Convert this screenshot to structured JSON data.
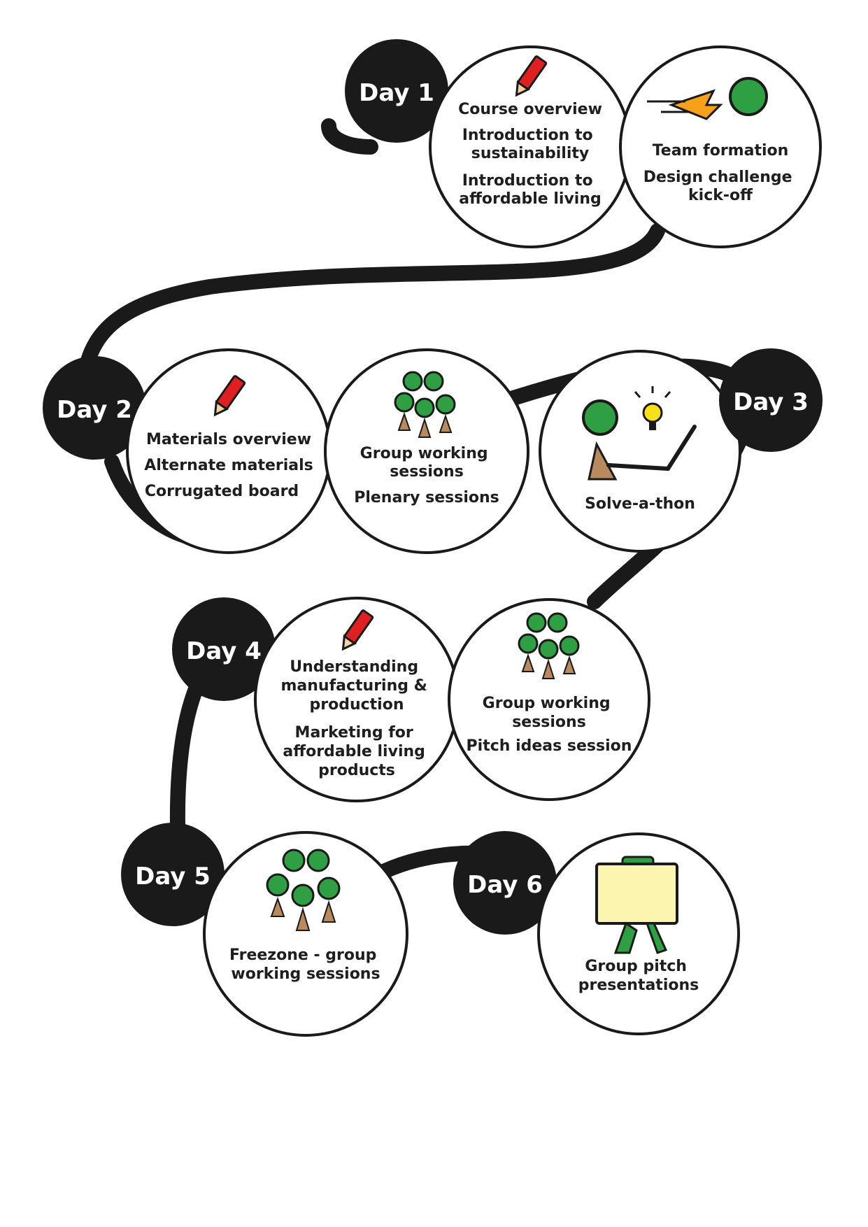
{
  "colors": {
    "ink": "#1a1a1a",
    "accent_green": "#2ea043",
    "pencil_red": "#e02020",
    "skin": "#b88a5e",
    "board": "#fbf5b0",
    "flame": "#f7a11a"
  },
  "days": [
    {
      "label": "Day 1",
      "bubbles": [
        {
          "icon": "pencil-icon",
          "items": [
            [
              "Course overview"
            ],
            [
              "Introduction to",
              "sustainability"
            ],
            [
              "Introduction to",
              "affordable living"
            ]
          ]
        },
        {
          "icon": "rocket-ball-icon",
          "items": [
            [
              "Team formation"
            ],
            [
              "Design challenge",
              "kick-off"
            ]
          ]
        }
      ]
    },
    {
      "label": "Day 2",
      "bubbles": [
        {
          "icon": "pencil-icon",
          "items": [
            [
              "Materials overview"
            ],
            [
              "Alternate materials"
            ],
            [
              "Corrugated board"
            ]
          ]
        },
        {
          "icon": "group-people-icon",
          "items": [
            [
              "Group working",
              "sessions"
            ],
            [
              "Plenary sessions"
            ]
          ]
        }
      ]
    },
    {
      "label": "Day 3",
      "bubbles": [
        {
          "icon": "solver-laptop-idea-icon",
          "items": [
            [
              "Solve-a-thon"
            ]
          ]
        }
      ]
    },
    {
      "label": "Day 4",
      "bubbles": [
        {
          "icon": "pencil-icon",
          "items": [
            [
              "Understanding",
              "manufacturing &",
              "production"
            ],
            [
              "Marketing for",
              "affordable living",
              "products"
            ]
          ]
        },
        {
          "icon": "group-people-icon",
          "items": [
            [
              "Group working",
              "sessions"
            ],
            [
              "Pitch ideas session"
            ]
          ]
        }
      ]
    },
    {
      "label": "Day 5",
      "bubbles": [
        {
          "icon": "group-people-icon",
          "items": [
            [
              "Freezone - group",
              "working sessions"
            ]
          ]
        }
      ]
    },
    {
      "label": "Day 6",
      "bubbles": [
        {
          "icon": "presentation-board-icon",
          "items": [
            [
              "Group pitch",
              "presentations"
            ]
          ]
        }
      ]
    }
  ]
}
